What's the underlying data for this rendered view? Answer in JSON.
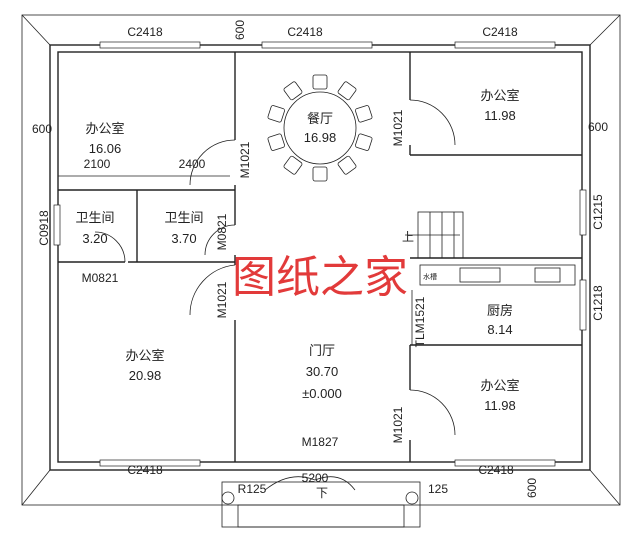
{
  "rooms": {
    "office_top_left": {
      "name": "办公室",
      "area": "16.06"
    },
    "dining": {
      "name": "餐厅",
      "area": "16.98"
    },
    "office_top_right": {
      "name": "办公室",
      "area": "11.98"
    },
    "bath_1": {
      "name": "卫生间",
      "area": "3.20"
    },
    "bath_2": {
      "name": "卫生间",
      "area": "3.70"
    },
    "kitchen": {
      "name": "厨房",
      "area": "8.14"
    },
    "office_bottom_left": {
      "name": "办公室",
      "area": "20.98"
    },
    "hall": {
      "name": "门厅",
      "area": "30.70",
      "elevation": "±0.000"
    },
    "office_bottom_right": {
      "name": "办公室",
      "area": "11.98"
    }
  },
  "labels": {
    "win_top_1": "C2418",
    "win_top_2": "C2418",
    "win_top_3": "C2418",
    "dim_top": "600",
    "dim_left": "600",
    "dim_right": "600",
    "dim_2100": "2100",
    "dim_2400": "2400",
    "door_m1021_a": "M1021",
    "door_m1021_b": "M1021",
    "door_m1021_c": "M1021",
    "door_m1021_d": "M1021",
    "win_c0918": "C0918",
    "door_m0821_a": "M0821",
    "door_m0821_b": "M0821",
    "stair_up": "上",
    "win_c1215": "C1215",
    "win_c1218": "C1218",
    "door_tlm": "TLM1521",
    "door_m1827": "M1827",
    "dim_5200": "5200",
    "stair_down": "下",
    "win_bottom_1": "C2418",
    "win_bottom_2": "C2418",
    "dim_bottom": "600",
    "r125": "R125",
    "d125": "125",
    "sink_label": "水槽"
  },
  "watermark": "图纸之家",
  "colors": {
    "lines": "#222222",
    "watermark": "#e23a3a"
  }
}
